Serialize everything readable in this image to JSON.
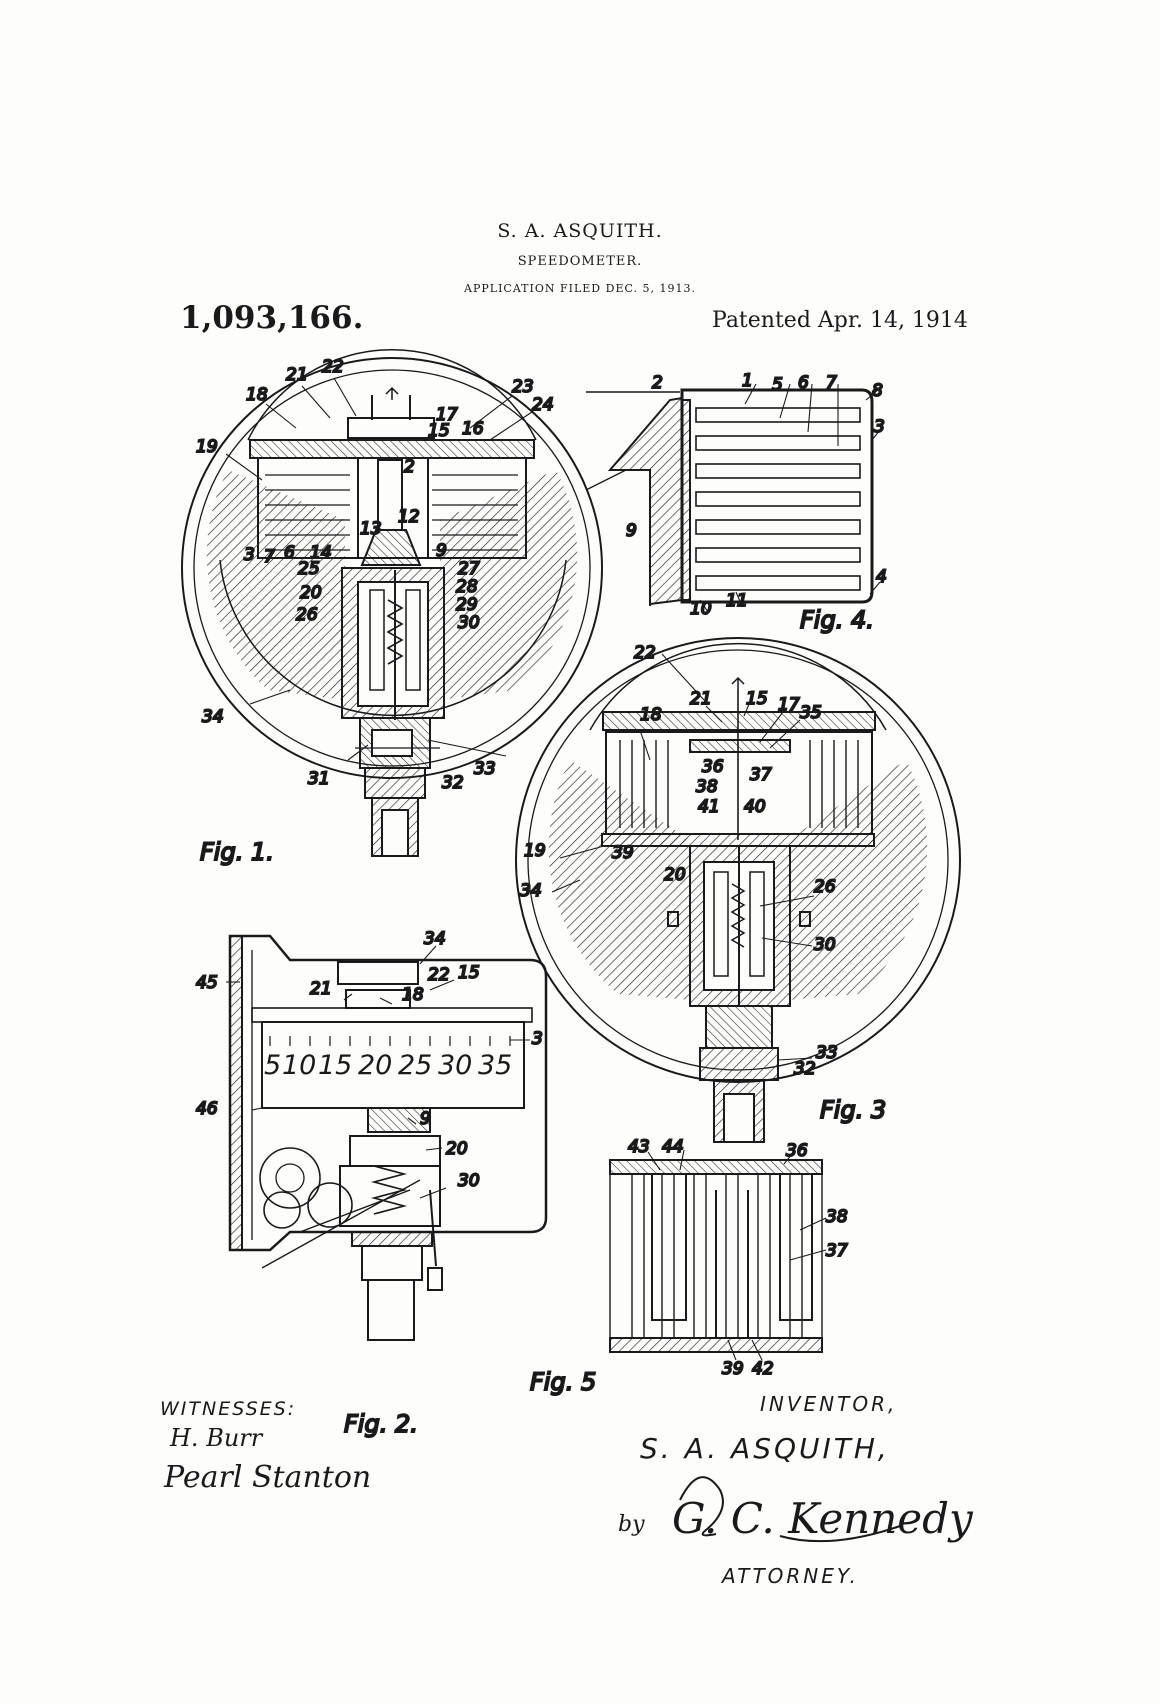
{
  "header": {
    "inventor": "S. A. ASQUITH.",
    "title": "SPEEDOMETER.",
    "filed": "APPLICATION FILED DEC. 5, 1913.",
    "patent_number": "1,093,166.",
    "patent_date": "Patented Apr. 14, 1914"
  },
  "figures": {
    "fig1": {
      "label": "Fig. 1.",
      "refs": [
        "22",
        "21",
        "18",
        "23",
        "24",
        "17",
        "15",
        "16",
        "19",
        "2",
        "12",
        "13",
        "3",
        "7",
        "6",
        "14",
        "9",
        "25",
        "27",
        "28",
        "20",
        "29",
        "26",
        "30",
        "34",
        "33",
        "31",
        "32"
      ]
    },
    "fig2": {
      "label": "Fig. 2.",
      "refs": [
        "34",
        "45",
        "22",
        "15",
        "21",
        "18",
        "3",
        "46",
        "9",
        "20",
        "30"
      ],
      "dial_scale": [
        "5",
        "10",
        "15",
        "20",
        "25",
        "30",
        "35"
      ]
    },
    "fig3": {
      "label": "Fig. 3",
      "refs": [
        "22",
        "15",
        "21",
        "17",
        "18",
        "35",
        "36",
        "37",
        "38",
        "41",
        "40",
        "19",
        "39",
        "34",
        "20",
        "26",
        "30",
        "33",
        "32"
      ]
    },
    "fig4": {
      "label": "Fig. 4.",
      "refs": [
        "2",
        "1",
        "5",
        "6",
        "7",
        "8",
        "3",
        "9",
        "4",
        "10",
        "11"
      ]
    },
    "fig5": {
      "label": "Fig. 5",
      "refs": [
        "43",
        "44",
        "36",
        "38",
        "37",
        "39",
        "42"
      ]
    }
  },
  "footer": {
    "witnesses_label": "WITNESSES:",
    "witness_signatures": [
      "H. Burr",
      "Pearl Stanton"
    ],
    "inventor_label": "INVENTOR,",
    "inventor_signature": "S. A. ASQUITH,",
    "by": "by",
    "attorney_signature": "G. C. Kennedy",
    "attorney_label": "ATTORNEY."
  }
}
